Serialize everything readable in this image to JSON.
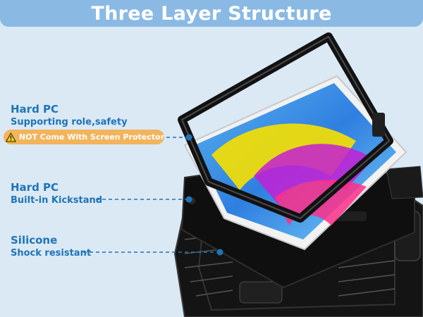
{
  "banner": {
    "title": "Three Layer Structure"
  },
  "layers": [
    {
      "title": "Hard PC",
      "subtitle": "Supporting role,safety"
    },
    {
      "title": "Hard PC",
      "subtitle": "Built-in Kickstand"
    },
    {
      "title": "Silicone",
      "subtitle": "Shock resistant"
    }
  ],
  "warning": {
    "text": "NOT Come With Screen Protector",
    "icon": "warning-icon"
  },
  "colors": {
    "background": "#dbe9f4",
    "banner": "#8ab9e4",
    "label_text": "#1e74b8",
    "warning_pill": "#f2b45c",
    "leader_line": "#1e74b8"
  }
}
